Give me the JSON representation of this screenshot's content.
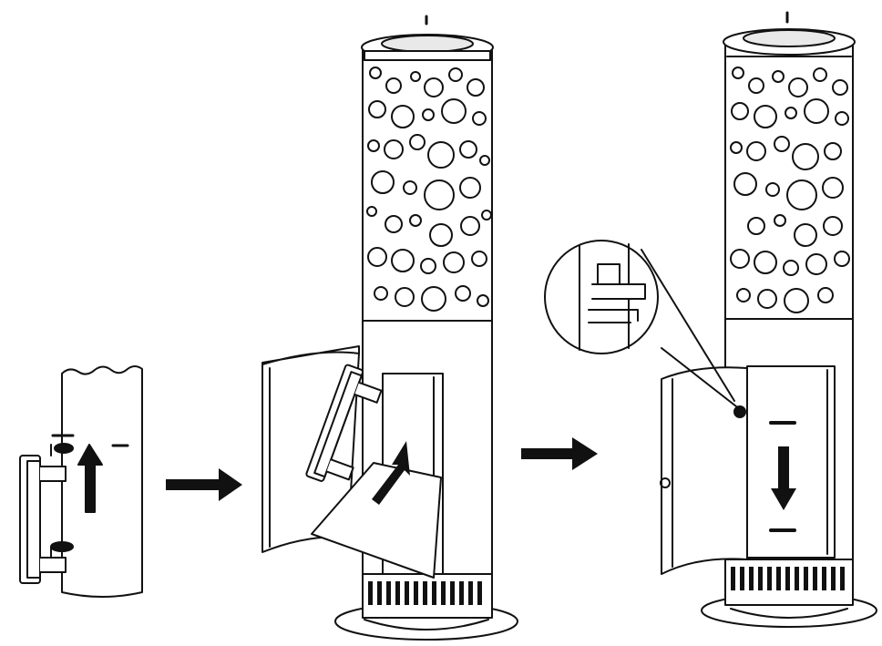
{
  "diagram": {
    "steps": [
      {
        "id": "step-1",
        "icon": "door-handle-lift-icon",
        "arrow": "up"
      },
      {
        "id": "step-2",
        "icon": "door-insert-icon",
        "arrow": "up-right"
      },
      {
        "id": "step-3",
        "icon": "door-lock-down-icon",
        "arrow": "down"
      }
    ],
    "transition_arrows": [
      "right-arrow-icon",
      "right-arrow-icon"
    ],
    "detail_callout": "hinge-detail-icon",
    "colors": {
      "line": "#111111",
      "fill": "#ffffff",
      "shade": "#e9e9e9"
    }
  }
}
